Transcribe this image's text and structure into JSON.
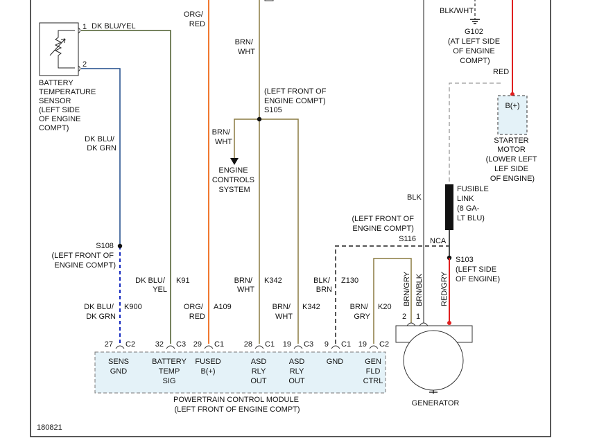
{
  "diagram_id": "180821",
  "battery_sensor": {
    "lines": [
      "BATTERY",
      "TEMPERATURE",
      "SENSOR",
      "(LEFT SIDE",
      "OF ENGINE",
      "COMPT)"
    ],
    "pin1": "1",
    "pin2": "2",
    "wire1": "DK BLU/YEL"
  },
  "wires": {
    "dk_blu_dk_grn_top": [
      "DK BLU/",
      "DK GRN"
    ],
    "dk_blu_dk_grn_bottom": [
      "DK BLU/",
      "DK GRN"
    ],
    "k900": "K900",
    "dk_blu_yel_low": [
      "DK BLU/",
      "YEL"
    ],
    "k91": "K91",
    "org_red_top": [
      "ORG/",
      "RED"
    ],
    "org_red_low": [
      "ORG/",
      "RED"
    ],
    "a109": "A109",
    "brn_wht_top": [
      "BRN/",
      "WHT"
    ],
    "brn_wht_branch": [
      "BRN/",
      "WHT"
    ],
    "brn_wht_k342_a": [
      "BRN/",
      "WHT"
    ],
    "k342_a": "K342",
    "brn_wht_k342_b": [
      "BRN/",
      "WHT"
    ],
    "k342_b": "K342",
    "blk_brn": [
      "BLK/",
      "BRN"
    ],
    "z130": "Z130",
    "brn_gry": [
      "BRN/",
      "GRY"
    ],
    "k20": "K20",
    "brn_gry_vert": "BRN/GRY",
    "brn_blk_vert": "BRN/BLK",
    "red_gry_vert": "RED/GRY",
    "blk": "BLK",
    "blk_wht": "BLK/WHT",
    "red": "RED",
    "nca": "NCA"
  },
  "splices": {
    "s105": {
      "lines": [
        "(LEFT FRONT OF",
        "ENGINE COMPT)",
        "S105"
      ]
    },
    "s108": {
      "lines": [
        "S108",
        "(LEFT FRONT OF",
        "ENGINE COMPT)"
      ]
    },
    "s116": {
      "lines": [
        "(LEFT FRONT OF",
        "ENGINE COMPT)",
        "S116"
      ]
    },
    "s103": {
      "lines": [
        "S103",
        "(LEFT SIDE",
        "OF ENGINE)"
      ]
    }
  },
  "ground_g102": {
    "lines": [
      "G102",
      "(AT LEFT SIDE",
      "OF ENGINE",
      "COMPT)"
    ]
  },
  "engine_controls": {
    "lines": [
      "ENGINE",
      "CONTROLS",
      "SYSTEM"
    ]
  },
  "starter_motor": {
    "terminal": "B(+)",
    "lines": [
      "STARTER",
      "MOTOR",
      "(LOWER LEFT",
      "LEF SIDE",
      "OF ENGINE)"
    ]
  },
  "fusible_link": {
    "lines": [
      "FUSIBLE",
      "LINK",
      "(8 GA-",
      "LT BLU)"
    ]
  },
  "generator": {
    "label": "GENERATOR",
    "pin2": "2",
    "pin1": "1"
  },
  "pcm": {
    "lines": [
      "POWERTRAIN CONTROL MODULE",
      "(LEFT FRONT OF ENGINE COMPT)"
    ],
    "pins": [
      {
        "num": "27",
        "conn": "C2",
        "label": [
          "SENS",
          "GND"
        ]
      },
      {
        "num": "32",
        "conn": "C3",
        "label": [
          "BATTERY",
          "TEMP",
          "SIG"
        ]
      },
      {
        "num": "29",
        "conn": "C1",
        "label": [
          "FUSED",
          "B(+)"
        ]
      },
      {
        "num": "28",
        "conn": "C1",
        "label": [
          "ASD",
          "RLY",
          "OUT"
        ]
      },
      {
        "num": "19",
        "conn": "C3",
        "label": [
          "ASD",
          "RLY",
          "OUT"
        ]
      },
      {
        "num": "9",
        "conn": "C1",
        "label": [
          "GND"
        ]
      },
      {
        "num": "19",
        "conn": "C2",
        "label": [
          "GEN",
          "FLD",
          "CTRL"
        ]
      }
    ]
  },
  "colors": {
    "dk_blu_yel": "#4a5a2a",
    "dk_blu_dk_grn": "#1e4a8a",
    "dk_blu_dashed": "#1a2ec0",
    "org_red": "#f07830",
    "brn_wht": "#8a7a40",
    "red": "#e02020",
    "blk": "#333333",
    "dashed_gray": "#888888",
    "module_fill": "#e4f2f8"
  }
}
